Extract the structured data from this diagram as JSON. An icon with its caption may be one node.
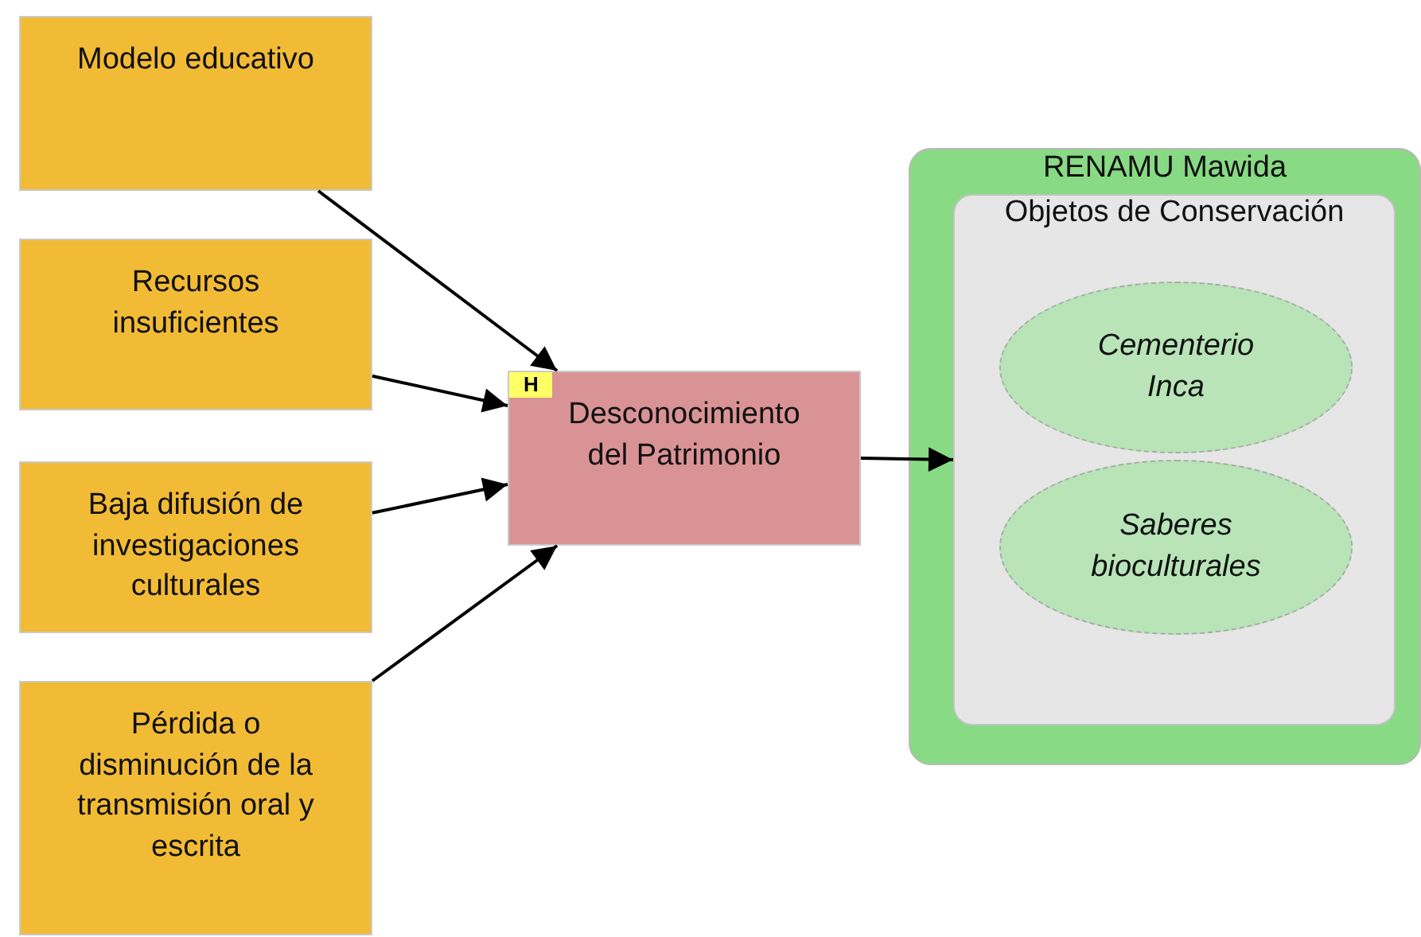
{
  "diagram": {
    "nodes": [
      {
        "text": [
          "Modelo educativo"
        ]
      },
      {
        "text": [
          "Recursos insuficientes"
        ]
      },
      {
        "text": [
          "Baja difusión de investigaciones culturales"
        ]
      },
      {
        "text": [
          "Pérdida o disminución de la transmisión oral y escrita"
        ]
      },
      {
        "text": [
          "H",
          "Desconocimiento del Patrimonio"
        ]
      },
      {
        "text": [
          "RENAMU Mawida"
        ]
      },
      {
        "text": [
          "Objetos de Conservación"
        ],
        "in": 5
      },
      {
        "text": [
          "Cementerio Inca"
        ],
        "in": 6
      },
      {
        "text": [
          "Saberes bioculturales"
        ],
        "in": 6
      }
    ],
    "edges": [
      {
        "from": 0,
        "to": 4,
        "arrow": "to"
      },
      {
        "from": 1,
        "to": 4,
        "arrow": "to"
      },
      {
        "from": 2,
        "to": 4,
        "arrow": "to"
      },
      {
        "from": 3,
        "to": 4,
        "arrow": "to"
      },
      {
        "from": 4,
        "to": 6,
        "arrow": "to"
      }
    ]
  }
}
